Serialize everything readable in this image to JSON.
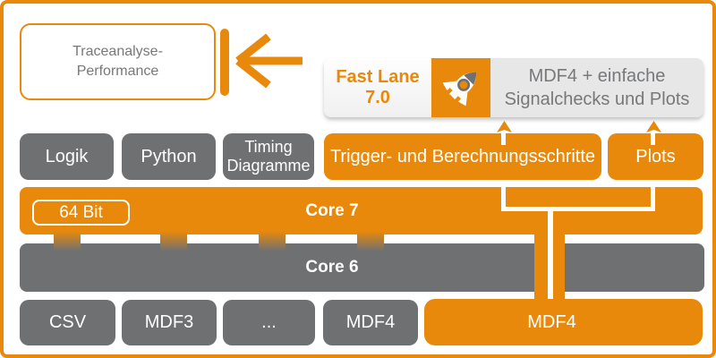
{
  "palette": {
    "orange": "#E8890B",
    "gray": "#6F7072",
    "light_gray": "#E7E7E8",
    "text_gray": "#77787A",
    "white": "#FFFFFF"
  },
  "callout": {
    "lines": [
      "Traceanalyse-",
      "Performance"
    ]
  },
  "icons": [
    "arrow-left-icon",
    "rocket-icon",
    "arrow-up-icon"
  ],
  "banner": {
    "title": [
      "Fast Lane",
      "7.0"
    ],
    "description": [
      "MDF4 + einfache",
      "Signalchecks und Plots"
    ]
  },
  "features": {
    "items": [
      {
        "label": "Logik"
      },
      {
        "label": "Python"
      },
      {
        "lines": [
          "Timing",
          "Diagramme"
        ]
      },
      {
        "label": "Trigger- und Berechnungsschritte"
      },
      {
        "label": "Plots"
      }
    ]
  },
  "core7": {
    "label": "Core 7",
    "badge": "64 Bit"
  },
  "core6": {
    "label": "Core 6"
  },
  "formats": {
    "items": [
      "CSV",
      "MDF3",
      "...",
      "MDF4"
    ]
  },
  "fastlane_output": {
    "label": "MDF4"
  }
}
